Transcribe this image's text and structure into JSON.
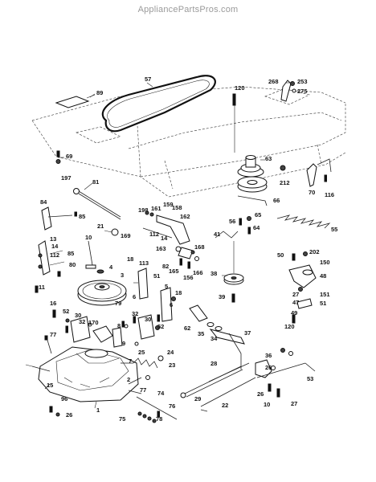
{
  "watermark": "AppliancePartsPros.com",
  "labels": [
    {
      "id": "89",
      "t": "89"
    },
    {
      "id": "57",
      "t": "57"
    },
    {
      "id": "120a",
      "t": "120"
    },
    {
      "id": "268",
      "t": "268"
    },
    {
      "id": "253",
      "t": "253"
    },
    {
      "id": "275",
      "t": "275"
    },
    {
      "id": "69",
      "t": "69"
    },
    {
      "id": "63",
      "t": "63"
    },
    {
      "id": "197",
      "t": "197"
    },
    {
      "id": "81",
      "t": "81"
    },
    {
      "id": "212",
      "t": "212"
    },
    {
      "id": "70",
      "t": "70"
    },
    {
      "id": "116",
      "t": "116"
    },
    {
      "id": "66",
      "t": "66"
    },
    {
      "id": "84",
      "t": "84"
    },
    {
      "id": "198",
      "t": "198"
    },
    {
      "id": "161",
      "t": "161"
    },
    {
      "id": "159",
      "t": "159"
    },
    {
      "id": "158",
      "t": "158"
    },
    {
      "id": "162",
      "t": "162"
    },
    {
      "id": "56",
      "t": "56"
    },
    {
      "id": "65",
      "t": "65"
    },
    {
      "id": "85a",
      "t": "85"
    },
    {
      "id": "21",
      "t": "21"
    },
    {
      "id": "169",
      "t": "169"
    },
    {
      "id": "112a",
      "t": "112"
    },
    {
      "id": "14a",
      "t": "14"
    },
    {
      "id": "64",
      "t": "64"
    },
    {
      "id": "55",
      "t": "55"
    },
    {
      "id": "10a",
      "t": "10"
    },
    {
      "id": "13",
      "t": "13"
    },
    {
      "id": "14b",
      "t": "14"
    },
    {
      "id": "112b",
      "t": "112"
    },
    {
      "id": "85b",
      "t": "85"
    },
    {
      "id": "80",
      "t": "80"
    },
    {
      "id": "163",
      "t": "163"
    },
    {
      "id": "41",
      "t": "41"
    },
    {
      "id": "168",
      "t": "168"
    },
    {
      "id": "50",
      "t": "50"
    },
    {
      "id": "202",
      "t": "202"
    },
    {
      "id": "18a",
      "t": "18"
    },
    {
      "id": "113",
      "t": "113"
    },
    {
      "id": "4",
      "t": "4"
    },
    {
      "id": "82a",
      "t": "82"
    },
    {
      "id": "150",
      "t": "150"
    },
    {
      "id": "51a",
      "t": "51"
    },
    {
      "id": "165",
      "t": "165"
    },
    {
      "id": "156",
      "t": "156"
    },
    {
      "id": "166",
      "t": "166"
    },
    {
      "id": "3",
      "t": "3"
    },
    {
      "id": "38",
      "t": "38"
    },
    {
      "id": "48",
      "t": "48"
    },
    {
      "id": "11",
      "t": "11"
    },
    {
      "id": "6a",
      "t": "6"
    },
    {
      "id": "5",
      "t": "5"
    },
    {
      "id": "27a",
      "t": "27"
    },
    {
      "id": "79",
      "t": "79"
    },
    {
      "id": "39",
      "t": "39"
    },
    {
      "id": "151",
      "t": "151"
    },
    {
      "id": "16",
      "t": "16"
    },
    {
      "id": "18b",
      "t": "18"
    },
    {
      "id": "47",
      "t": "47"
    },
    {
      "id": "51b",
      "t": "51"
    },
    {
      "id": "49",
      "t": "49"
    },
    {
      "id": "52a",
      "t": "52"
    },
    {
      "id": "6b",
      "t": "6"
    },
    {
      "id": "32a",
      "t": "32"
    },
    {
      "id": "30a",
      "t": "30"
    },
    {
      "id": "32b",
      "t": "32"
    },
    {
      "id": "62",
      "t": "62"
    },
    {
      "id": "35",
      "t": "35"
    },
    {
      "id": "170",
      "t": "170"
    },
    {
      "id": "120b",
      "t": "120"
    },
    {
      "id": "8",
      "t": "8"
    },
    {
      "id": "30b",
      "t": "30"
    },
    {
      "id": "52b",
      "t": "52"
    },
    {
      "id": "34",
      "t": "34"
    },
    {
      "id": "37",
      "t": "37"
    },
    {
      "id": "77a",
      "t": "77"
    },
    {
      "id": "9",
      "t": "9"
    },
    {
      "id": "25",
      "t": "25"
    },
    {
      "id": "24",
      "t": "24"
    },
    {
      "id": "7",
      "t": "7"
    },
    {
      "id": "28",
      "t": "28"
    },
    {
      "id": "36",
      "t": "36"
    },
    {
      "id": "26a",
      "t": "26"
    },
    {
      "id": "23",
      "t": "23"
    },
    {
      "id": "53",
      "t": "53"
    },
    {
      "id": "2",
      "t": "2"
    },
    {
      "id": "15",
      "t": "15"
    },
    {
      "id": "77b",
      "t": "77"
    },
    {
      "id": "74",
      "t": "74"
    },
    {
      "id": "29",
      "t": "29"
    },
    {
      "id": "26b",
      "t": "26"
    },
    {
      "id": "96",
      "t": "96"
    },
    {
      "id": "1",
      "t": "1"
    },
    {
      "id": "76",
      "t": "76"
    },
    {
      "id": "22",
      "t": "22"
    },
    {
      "id": "10b",
      "t": "10"
    },
    {
      "id": "27b",
      "t": "27"
    },
    {
      "id": "26c",
      "t": "26"
    },
    {
      "id": "75",
      "t": "75"
    },
    {
      "id": "78",
      "t": "78"
    }
  ]
}
